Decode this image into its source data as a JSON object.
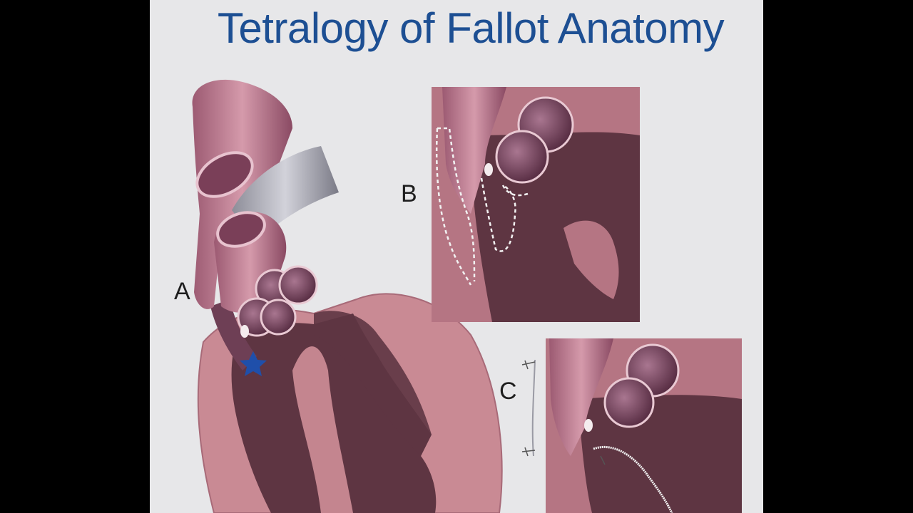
{
  "slide": {
    "title": "Tetralogy of Fallot Anatomy",
    "panels": [
      {
        "id": "A",
        "label": "A"
      },
      {
        "id": "B",
        "label": "B"
      },
      {
        "id": "C",
        "label": "C"
      }
    ],
    "marker_icon": "star-icon",
    "colors": {
      "title": "#1d4f93",
      "slide_background": "#e7e7e9",
      "outer_background": "#000000",
      "tissue": "#b57583",
      "muscle": "#c98a94",
      "chamber": "#5e3542",
      "vessel": "#c7849a",
      "valve": "#6e3f55",
      "graft": "#b8b8c2",
      "star": "#1f4faa"
    }
  }
}
